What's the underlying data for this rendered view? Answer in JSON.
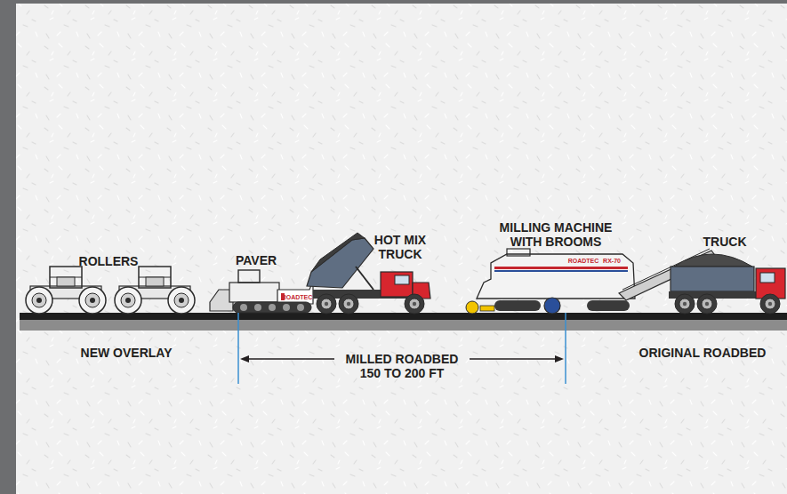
{
  "diagram": {
    "labels": [
      "ROLLERS",
      "PAVER",
      "HOT MIX TRUCK",
      "MILLING MACHINE WITH BROOMS",
      "TRUCK",
      "ROADTEC",
      "ROADTEC",
      "RX-70",
      "NEW OVERLAY",
      "MILLED ROADBED 150 TO 200 FT",
      "ORIGINAL ROADBED"
    ]
  }
}
